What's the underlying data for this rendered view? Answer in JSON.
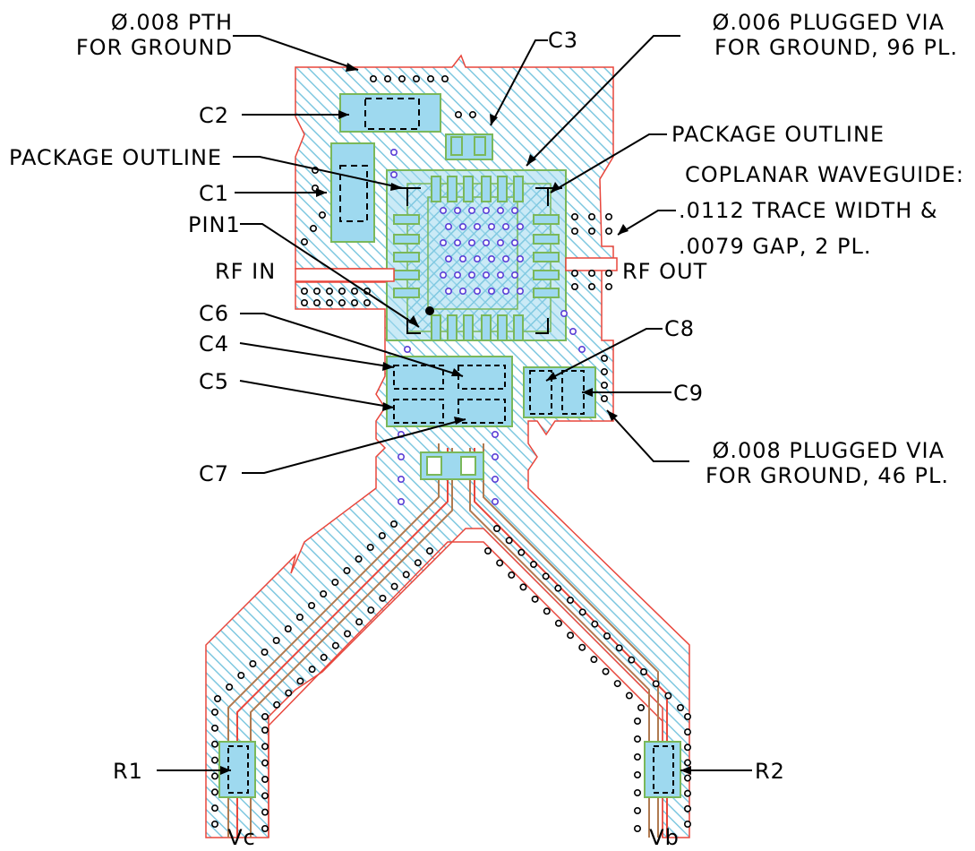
{
  "notes": {
    "pth_ground": [
      "Ø.008 PTH",
      "FOR GROUND"
    ],
    "plugged_via_96": [
      "Ø.006 PLUGGED VIA",
      "FOR GROUND, 96 PL."
    ],
    "package_outline_right": "PACKAGE OUTLINE",
    "package_outline_left": "PACKAGE OUTLINE",
    "coplanar_waveguide": [
      "COPLANAR WAVEGUIDE:",
      ".0112 TRACE WIDTH &",
      ".0079 GAP, 2 PL."
    ],
    "pin1": "PIN1",
    "rf_in": "RF IN",
    "rf_out": "RF OUT",
    "plugged_via_46": [
      "Ø.008 PLUGGED VIA",
      "FOR GROUND, 46 PL."
    ]
  },
  "components": {
    "c1": "C1",
    "c2": "C2",
    "c3": "C3",
    "c4": "C4",
    "c5": "C5",
    "c6": "C6",
    "c7": "C7",
    "c8": "C8",
    "c9": "C9",
    "r1": "R1",
    "r2": "R2"
  },
  "supplies": {
    "vc": "Vc",
    "vb": "Vb"
  },
  "colors": {
    "outline": "#e8463c",
    "hatch": "#7fc8e0",
    "pad_fill": "#9ed9ef",
    "pad_edge": "#7ab85a",
    "trace": "#b07a50",
    "via_ring": "#000000",
    "plugged_via": "#5b3fd6",
    "leader": "#000000"
  }
}
